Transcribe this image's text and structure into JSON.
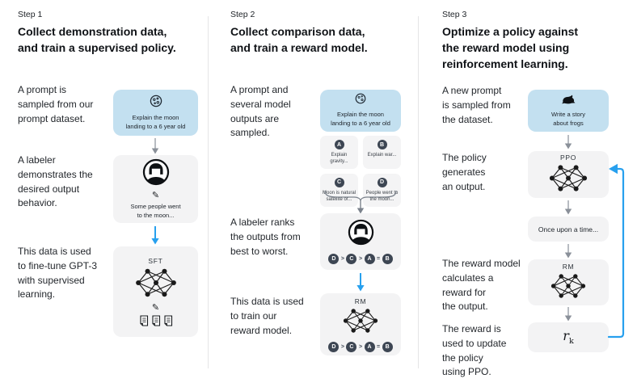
{
  "colors": {
    "accent_blue_arrow": "#27a0ee",
    "gray_arrow": "#999fa7",
    "prompt_card_blue": "#c3e0f0",
    "card_gray": "#f3f3f4",
    "badge_dark": "#3d4653"
  },
  "glyphs": {
    "pencil": "✎"
  },
  "icons": {
    "step1_prompt": "moon-icon",
    "labeler": "person-avatar-icon",
    "write": "pencil-icon",
    "model": "neural-network-icon",
    "demonstrations": "documents-icon",
    "step3_prompt": "frog-icon",
    "flow": "down-arrow-icon",
    "merge": "brace-icon",
    "loop": "feedback-loop-arrow"
  },
  "steps": [
    {
      "label": "Step 1",
      "heading": "Collect demonstration data,\nand train a supervised policy.",
      "p_prompt": "A prompt is\nsampled from our\nprompt dataset.",
      "prompt_card": "Explain the moon\nlanding to a 6 year old",
      "p_labeler": "A labeler\ndemonstrates the\ndesired output\nbehavior.",
      "labeler_card": "Some people went\nto the moon...",
      "p_data": "This data is used\nto fine-tune GPT-3\nwith supervised\nlearning.",
      "model_label": "SFT"
    },
    {
      "label": "Step 2",
      "heading": "Collect comparison data,\nand train a reward model.",
      "p_prompt": "A prompt and\nseveral model\noutputs are\nsampled.",
      "prompt_card": "Explain the moon\nlanding to a 6 year old",
      "options": [
        {
          "letter": "A",
          "text": "Explain gravity..."
        },
        {
          "letter": "B",
          "text": "Explain war..."
        },
        {
          "letter": "C",
          "text": "Moon is natural\nsatellite of..."
        },
        {
          "letter": "D",
          "text": "People went to\nthe moon..."
        }
      ],
      "p_rank": "A labeler ranks\nthe outputs from\nbest to worst.",
      "ranking": {
        "letters": [
          "D",
          "C",
          "A",
          "B"
        ],
        "ops": [
          ">",
          ">",
          "="
        ]
      },
      "p_data": "This data is used\nto train our\nreward model.",
      "model_label": "RM"
    },
    {
      "label": "Step 3",
      "heading": "Optimize a policy against\nthe reward model using\nreinforcement learning.",
      "p_prompt": "A new prompt\nis sampled from\nthe dataset.",
      "prompt_card": "Write a story\nabout frogs",
      "p_policy": "The policy\ngenerates\nan output.",
      "policy_label": "PPO",
      "output_card": "Once upon a time...",
      "p_reward": "The reward model\ncalculates a\nreward for\nthe output.",
      "rm_label": "RM",
      "p_update": "The reward is\nused to update\nthe policy\nusing PPO.",
      "reward_symbol": {
        "base": "r",
        "sub": "k"
      }
    }
  ]
}
